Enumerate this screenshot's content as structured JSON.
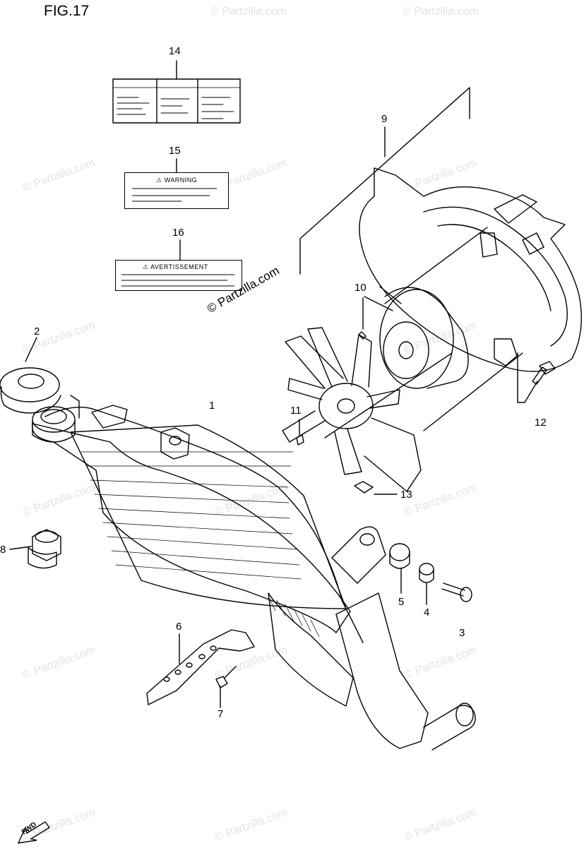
{
  "figure": {
    "title": "FIG.17"
  },
  "watermark": {
    "text": "© Partzilla.com",
    "center_text": "© Partzilla.com"
  },
  "callouts": [
    "1",
    "2",
    "3",
    "4",
    "5",
    "6",
    "7",
    "8",
    "9",
    "10",
    "11",
    "12",
    "13",
    "14",
    "15",
    "16"
  ],
  "labels": {
    "warning_label": {
      "heading": "⚠ WARNING"
    },
    "avertissement_label": {
      "heading": "⚠ AVERTISSEMENT"
    }
  },
  "fwd_marker": {
    "text": "FWD"
  }
}
